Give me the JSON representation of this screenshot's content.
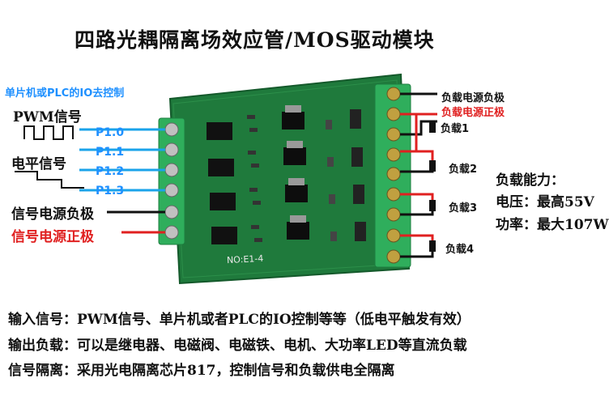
{
  "title": "四路光耦隔离场效应管/MOS驱动模块",
  "input_side": {
    "mcu_control": "单片机或PLC的IO去控制",
    "pwm_signal": "PWM信号",
    "level_signal": "电平信号",
    "signal_power_negative": "信号电源负极",
    "signal_power_positive": "信号电源正极",
    "pins": [
      "P1.0",
      "P1.1",
      "P1.2",
      "P1.3"
    ]
  },
  "output_side": {
    "load_power_negative": "负载电源负极",
    "load_power_positive": "负载电源正极",
    "loads": [
      "负载1",
      "负载2",
      "负载3",
      "负载4"
    ]
  },
  "capacity": {
    "title": "负载能力：",
    "voltage": "电压：最高55V",
    "power": "功率：最大107W"
  },
  "board": {
    "model": "NO:E1-4",
    "colors": {
      "pcb": "#1f7a3c",
      "terminal": "#2fae5c",
      "wire_blue": "#1aa3ea",
      "wire_red": "#e02020",
      "wire_black": "#111111"
    }
  },
  "description": {
    "input": "输入信号：PWM信号、单片机或者PLC的IO控制等等（低电平触发有效）",
    "output": "输出负载：可以是继电器、电磁阀、电磁铁、电机、大功率LED等直流负载",
    "isolation": "信号隔离：采用光电隔离芯片817，控制信号和负载供电全隔离"
  }
}
